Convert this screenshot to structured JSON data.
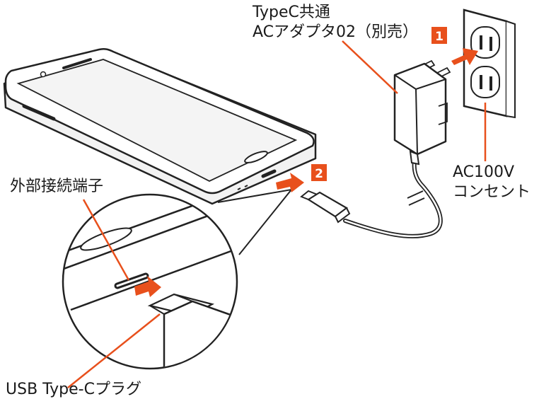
{
  "labels": {
    "adapter_line1": "TypeC共通",
    "adapter_line2": "ACアダプタ02（別売）",
    "outlet_line1": "AC100V",
    "outlet_line2": "コンセント",
    "port": "外部接続端子",
    "plug": "USB Type-Cプラグ"
  },
  "steps": [
    {
      "number": "1"
    },
    {
      "number": "2"
    }
  ],
  "colors": {
    "accent": "#e8501c",
    "line": "#222222",
    "light": "#f2f2f2"
  }
}
